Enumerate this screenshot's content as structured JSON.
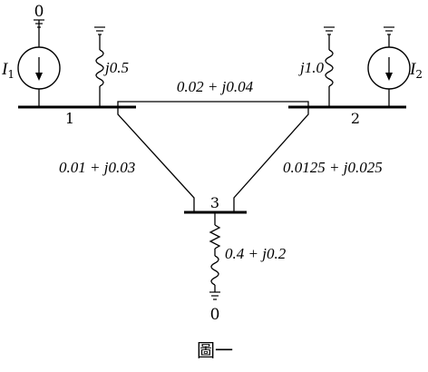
{
  "diagram": {
    "ground_label_top": "0",
    "ground_label_bottom": "0",
    "source_1_label": "I",
    "source_1_sub": "1",
    "source_2_label": "I",
    "source_2_sub": "2",
    "shunt_1_impedance": "j0.5",
    "shunt_2_impedance": "j1.0",
    "line_1_2_impedance": "0.02 + j0.04",
    "line_1_3_impedance": "0.01 + j0.03",
    "line_2_3_impedance": "0.0125 + j0.025",
    "load_3_impedance": "0.4 + j0.2",
    "bus_1_label": "1",
    "bus_2_label": "2",
    "bus_3_label": "3"
  },
  "caption": "圖一"
}
